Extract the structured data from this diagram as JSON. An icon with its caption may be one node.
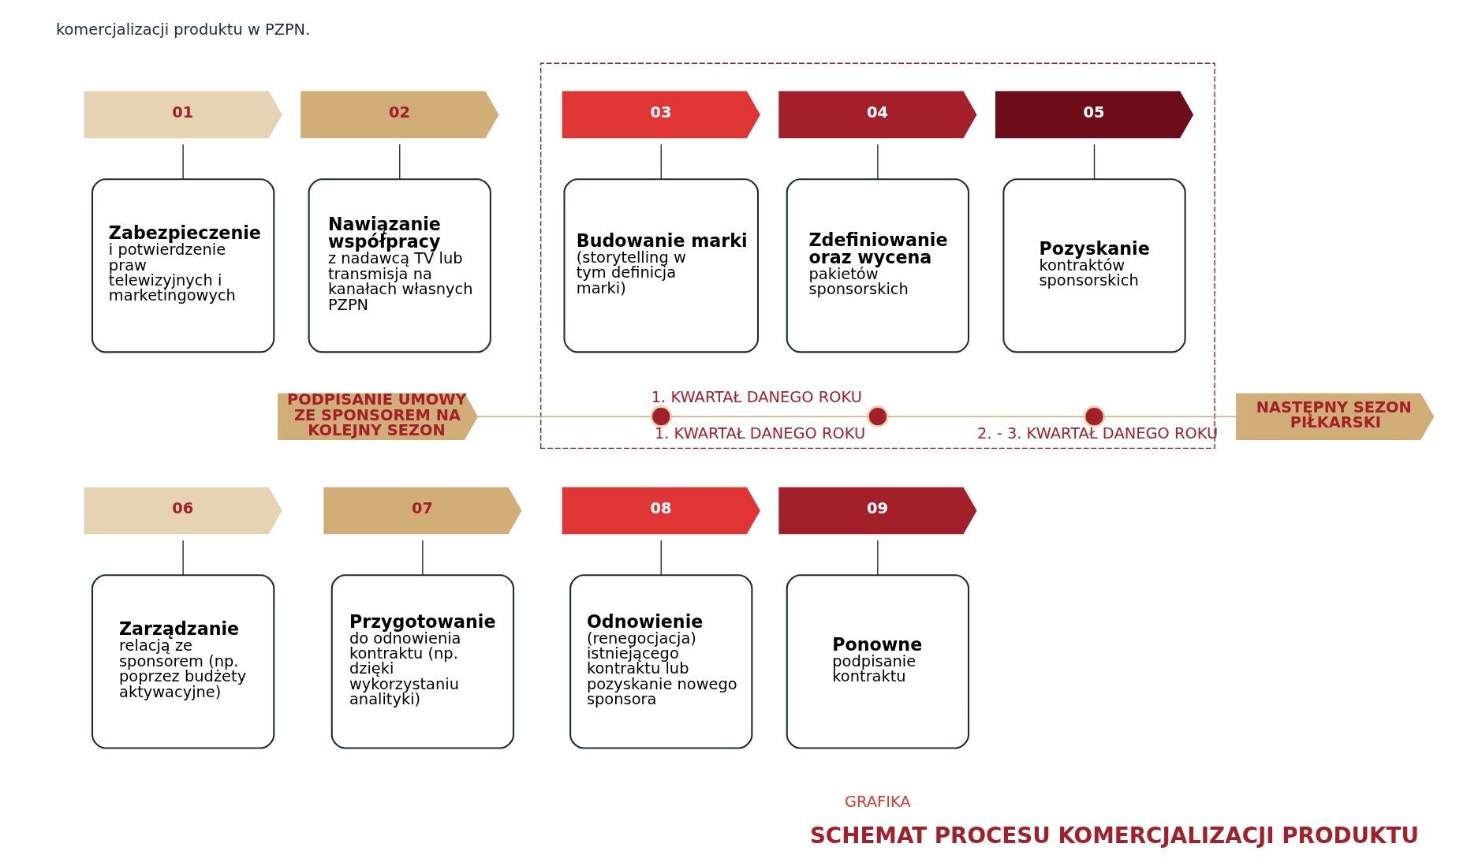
{
  "diagram": {
    "caption": "SCHEMAT PROCESU KOMERCJALIZACJI PRODUKTU",
    "nodes": [
      {
        "text": [
          "01"
        ]
      },
      {
        "text": [
          "Zabezpieczenie",
          "i potwierdzenie praw telewizyjnych i marketingowych"
        ]
      },
      {
        "text": [
          "02"
        ]
      },
      {
        "text": [
          "Nawiązanie współpracy",
          "z nadawcą TV lub transmisja na kanałach własnych PZPN"
        ]
      },
      {
        "text": [],
        "shape": "box"
      },
      {
        "text": [
          "03"
        ],
        "in": 4
      },
      {
        "text": [
          "Budowanie marki",
          "(storytelling w tym definicja marki)"
        ],
        "in": 4
      },
      {
        "text": [
          "04"
        ],
        "in": 4
      },
      {
        "text": [
          "Zdefiniowanie oraz wycena",
          "pakietów sponsorskich"
        ],
        "in": 4
      },
      {
        "text": [
          "05"
        ],
        "in": 4
      },
      {
        "text": [
          "Pozyskanie",
          "kontraktów sponsorskich"
        ],
        "in": 4
      },
      {
        "text": [
          "PODPISANIE UMOWY ZE SPONSOREM NA KOLEJNY SEZON"
        ]
      },
      {
        "text": [],
        "shape": "circle",
        "in": 4,
        "beside": [
          "1. KWARTAŁ DANEGO ROKU"
        ]
      },
      {
        "text": [],
        "shape": "circle",
        "in": 4,
        "beside": [
          "1. KWARTAŁ DANEGO ROKU"
        ]
      },
      {
        "text": [],
        "shape": "circle",
        "in": 4,
        "beside": [
          "2. - 3. KWARTAŁ DANEGO ROKU"
        ]
      },
      {
        "text": [
          "NASTĘPNY SEZON PIŁKARSKI"
        ]
      },
      {
        "text": [
          "06"
        ]
      },
      {
        "text": [
          "Zarządzanie",
          "relacją ze sponsorem (np. poprzez budżety aktywacyjne)"
        ]
      },
      {
        "text": [
          "07"
        ]
      },
      {
        "text": [
          "Przygotowanie",
          "do odnowienia kontraktu (np. dzięki wykorzystaniu analityki)"
        ]
      },
      {
        "text": [
          "08"
        ]
      },
      {
        "text": [
          "Odnowienie",
          "(renegocjacja) istniejącego kontraktu lub pozyskanie nowego sponsora"
        ]
      },
      {
        "text": [
          "09"
        ]
      },
      {
        "text": [
          "Ponowne",
          "podpisanie kontraktu"
        ]
      }
    ],
    "edges": [
      {
        "from": 0,
        "to": 1,
        "arrow": "none"
      },
      {
        "from": 2,
        "to": 3,
        "arrow": "none"
      },
      {
        "from": 5,
        "to": 6,
        "arrow": "none"
      },
      {
        "from": 7,
        "to": 8,
        "arrow": "none"
      },
      {
        "from": 9,
        "to": 10,
        "arrow": "none"
      },
      {
        "from": 11,
        "to": 12,
        "arrow": "none",
        "color": "#d1ad78"
      },
      {
        "from": 12,
        "to": 13,
        "arrow": "none",
        "color": "#d1ad78"
      },
      {
        "from": 13,
        "to": 14,
        "arrow": "none",
        "color": "#d1ad78"
      },
      {
        "from": 14,
        "to": 15,
        "arrow": "none",
        "color": "#d1ad78"
      },
      {
        "from": 16,
        "to": 17,
        "arrow": "none"
      },
      {
        "from": 18,
        "to": 19,
        "arrow": "none"
      },
      {
        "from": 20,
        "to": 21,
        "arrow": "none"
      },
      {
        "from": 22,
        "to": 23,
        "arrow": "none"
      }
    ],
    "labels": [
      "komercjalizacji produktu w PZPN.",
      "GRAFIKA"
    ]
  }
}
